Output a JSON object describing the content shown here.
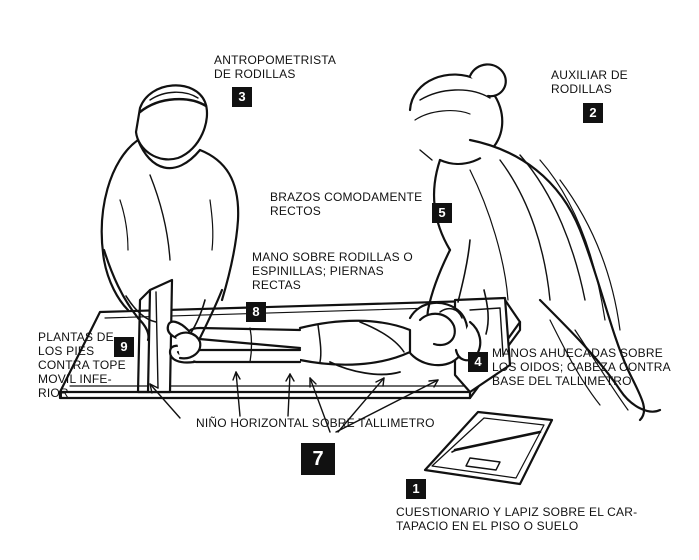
{
  "labels": {
    "l3": [
      "ANTROPOMETRISTA",
      "DE RODILLAS"
    ],
    "l2": [
      "AUXILIAR DE",
      "RODILLAS"
    ],
    "l5": [
      "BRAZOS COMODAMENTE",
      "RECTOS"
    ],
    "l8": [
      "MANO SOBRE RODILLAS O",
      "ESPINILLAS; PIERNAS",
      "RECTAS"
    ],
    "l9": [
      "PLANTAS DE",
      "LOS PIES",
      "CONTRA TOPE",
      "MOVIL INFE-",
      "RIOR"
    ],
    "l4": [
      "MANOS AHUECADAS SOBRE",
      "LOS OIDOS; CABEZA CONTRA",
      "BASE DEL TALLIMETRO"
    ],
    "l7": [
      "NIÑO HORIZONTAL SOBRE TALLIMETRO"
    ],
    "l1": [
      "CUESTIONARIO Y LAPIZ SOBRE EL CAR-",
      "TAPACIO EN EL PISO O SUELO"
    ]
  },
  "badges": {
    "b1": "1",
    "b2": "2",
    "b3": "3",
    "b4": "4",
    "b5": "5",
    "b7": "7",
    "b8": "8",
    "b9": "9"
  },
  "colors": {
    "ink": "#111111",
    "paper": "#ffffff"
  }
}
